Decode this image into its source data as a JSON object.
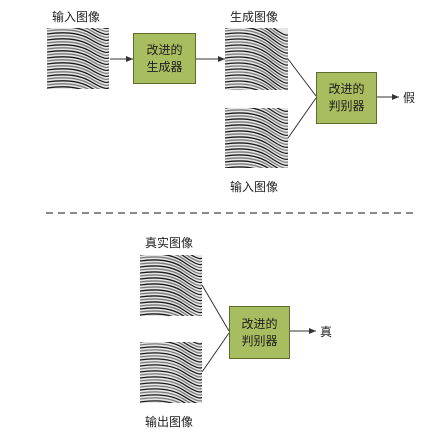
{
  "top": {
    "input_label": "输入图像",
    "generated_label": "生成图像",
    "input_label_2": "输入图像",
    "generator": {
      "line1": "改进的",
      "line2": "生成器"
    },
    "discriminator": {
      "line1": "改进的",
      "line2": "判别器"
    },
    "output": "假"
  },
  "bottom": {
    "real_label": "真实图像",
    "output_image_label": "输出图像",
    "discriminator": {
      "line1": "改进的",
      "line2": "判别器"
    },
    "output": "真"
  },
  "colors": {
    "box_fill": "#a8bd5f",
    "box_border": "#5d6b2c",
    "line": "#333333",
    "divider": "#444444"
  }
}
